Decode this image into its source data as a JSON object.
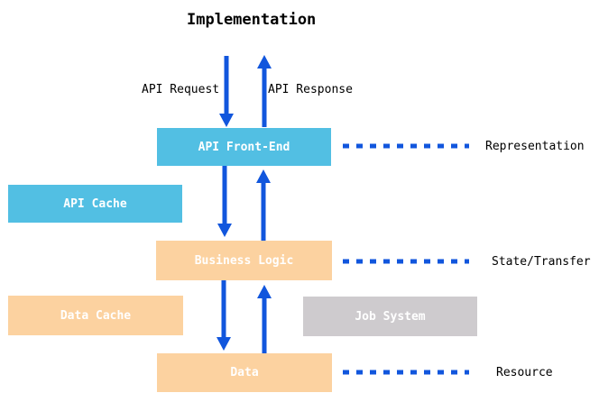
{
  "title": "Implementation",
  "flow": {
    "request_label": "API Request",
    "response_label": "API Response"
  },
  "boxes": {
    "api_front_end": "API Front-End",
    "api_cache": "API Cache",
    "business_logic": "Business Logic",
    "data_cache": "Data Cache",
    "job_system": "Job System",
    "data": "Data"
  },
  "side_labels": {
    "representation": "Representation",
    "state_transfer": "State/Transfer",
    "resource": "Resource"
  },
  "colors": {
    "blue_box": "#52bfe3",
    "orange_box": "#fcd2a0",
    "gray_box": "#cecbce",
    "arrow_blue": "#1156dd",
    "box_text": "#ffffff",
    "text": "#000000"
  }
}
